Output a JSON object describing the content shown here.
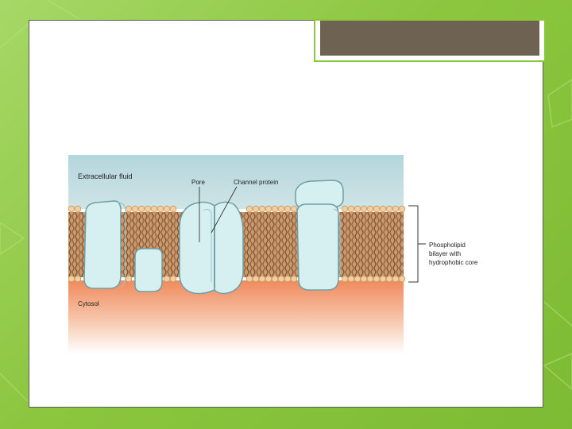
{
  "slide": {
    "title_box": {
      "text": "",
      "color": "#6e6353"
    }
  },
  "figure": {
    "labels": {
      "extracellular": "Extracellular fluid",
      "cytosol": "Cytosol",
      "pore": "Pore",
      "channel_protein": "Channel protein",
      "bilayer_line1": "Phospholipid",
      "bilayer_line2": "bilayer with",
      "bilayer_line3": "hydrophobic core"
    },
    "colors": {
      "extracellular": "#b4d6dd",
      "cytosol": "#f08a5c",
      "head": "#f3cf9f",
      "tail": "#8a5a36",
      "protein": "#d6eff0",
      "protein_stroke": "#6e9fa6"
    }
  }
}
